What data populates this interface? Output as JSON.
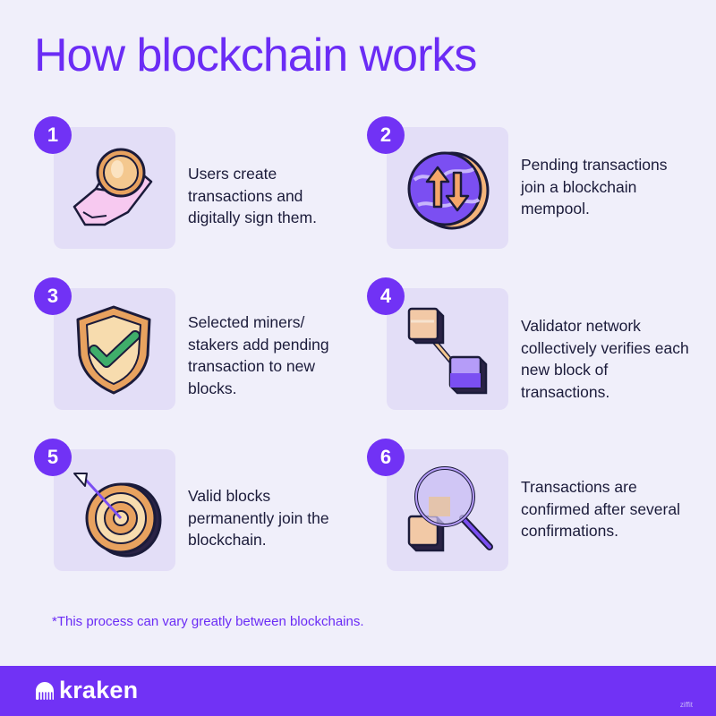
{
  "title": "How blockchain works",
  "steps": [
    {
      "number": "1",
      "text": "Users create transactions and digitally sign them.",
      "icon": "hand-coin-icon"
    },
    {
      "number": "2",
      "text": "Pending transactions join a blockchain mempool.",
      "icon": "exchange-arrows-coin-icon"
    },
    {
      "number": "3",
      "text": "Selected miners/ stakers add pending transaction to new blocks.",
      "icon": "shield-check-icon"
    },
    {
      "number": "4",
      "text": "Validator network collectively verifies each new block of transactions.",
      "icon": "linked-blocks-icon"
    },
    {
      "number": "5",
      "text": "Valid blocks permanently join the blockchain.",
      "icon": "target-arrow-icon"
    },
    {
      "number": "6",
      "text": "Transactions are confirmed after several confirmations.",
      "icon": "magnifier-block-icon"
    }
  ],
  "footnote": "*This process can vary greatly between blockchains.",
  "footer": {
    "brand": "kraken",
    "credit": "ziffit"
  },
  "colors": {
    "accent": "#7132f5",
    "background": "#f0effa",
    "card": "#e3def7",
    "text": "#1b1b3a"
  }
}
